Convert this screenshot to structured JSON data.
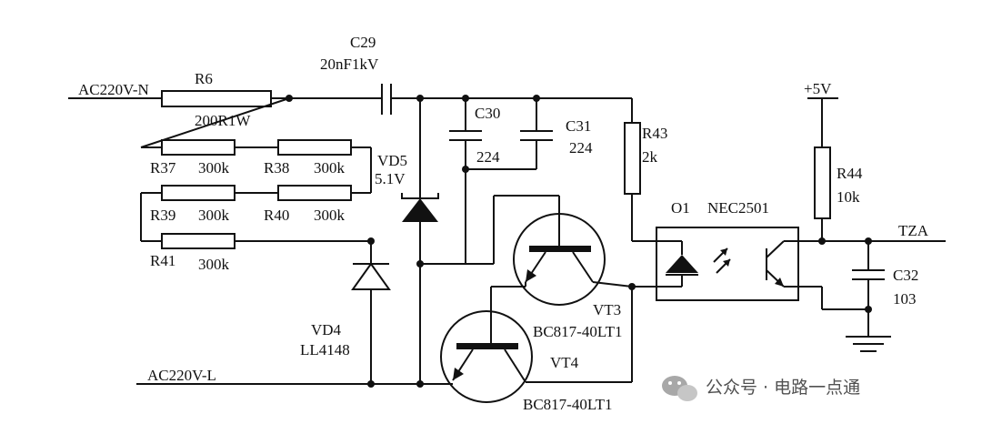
{
  "nets": {
    "ac_n": "AC220V-N",
    "ac_l": "AC220V-L",
    "vcc": "+5V",
    "output": "TZA"
  },
  "components": {
    "r6": {
      "ref": "R6",
      "value": "200R1W"
    },
    "c29": {
      "ref": "C29",
      "value": "20nF1kV"
    },
    "c30": {
      "ref": "C30",
      "value": "224"
    },
    "c31": {
      "ref": "C31",
      "value": "224"
    },
    "r43": {
      "ref": "R43",
      "value": "2k"
    },
    "r37": {
      "ref": "R37",
      "value": "300k"
    },
    "r38": {
      "ref": "R38",
      "value": "300k"
    },
    "r39": {
      "ref": "R39",
      "value": "300k"
    },
    "r40": {
      "ref": "R40",
      "value": "300k"
    },
    "r41": {
      "ref": "R41",
      "value": "300k"
    },
    "vd5": {
      "ref": "VD5",
      "value": "5.1V"
    },
    "vd4": {
      "ref": "VD4",
      "value": "LL4148"
    },
    "o1": {
      "ref": "O1",
      "value": "NEC2501"
    },
    "r44": {
      "ref": "R44",
      "value": "10k"
    },
    "c32": {
      "ref": "C32",
      "value": "103"
    },
    "vt3": {
      "ref": "VT3",
      "value": "BC817-40LT1"
    },
    "vt4": {
      "ref": "VT4",
      "value": "BC817-40LT1"
    }
  },
  "watermark": {
    "text": "公众号 · 电路一点通",
    "icon": "wechat-icon"
  },
  "colors": {
    "ink": "#111111",
    "background": "#ffffff"
  }
}
